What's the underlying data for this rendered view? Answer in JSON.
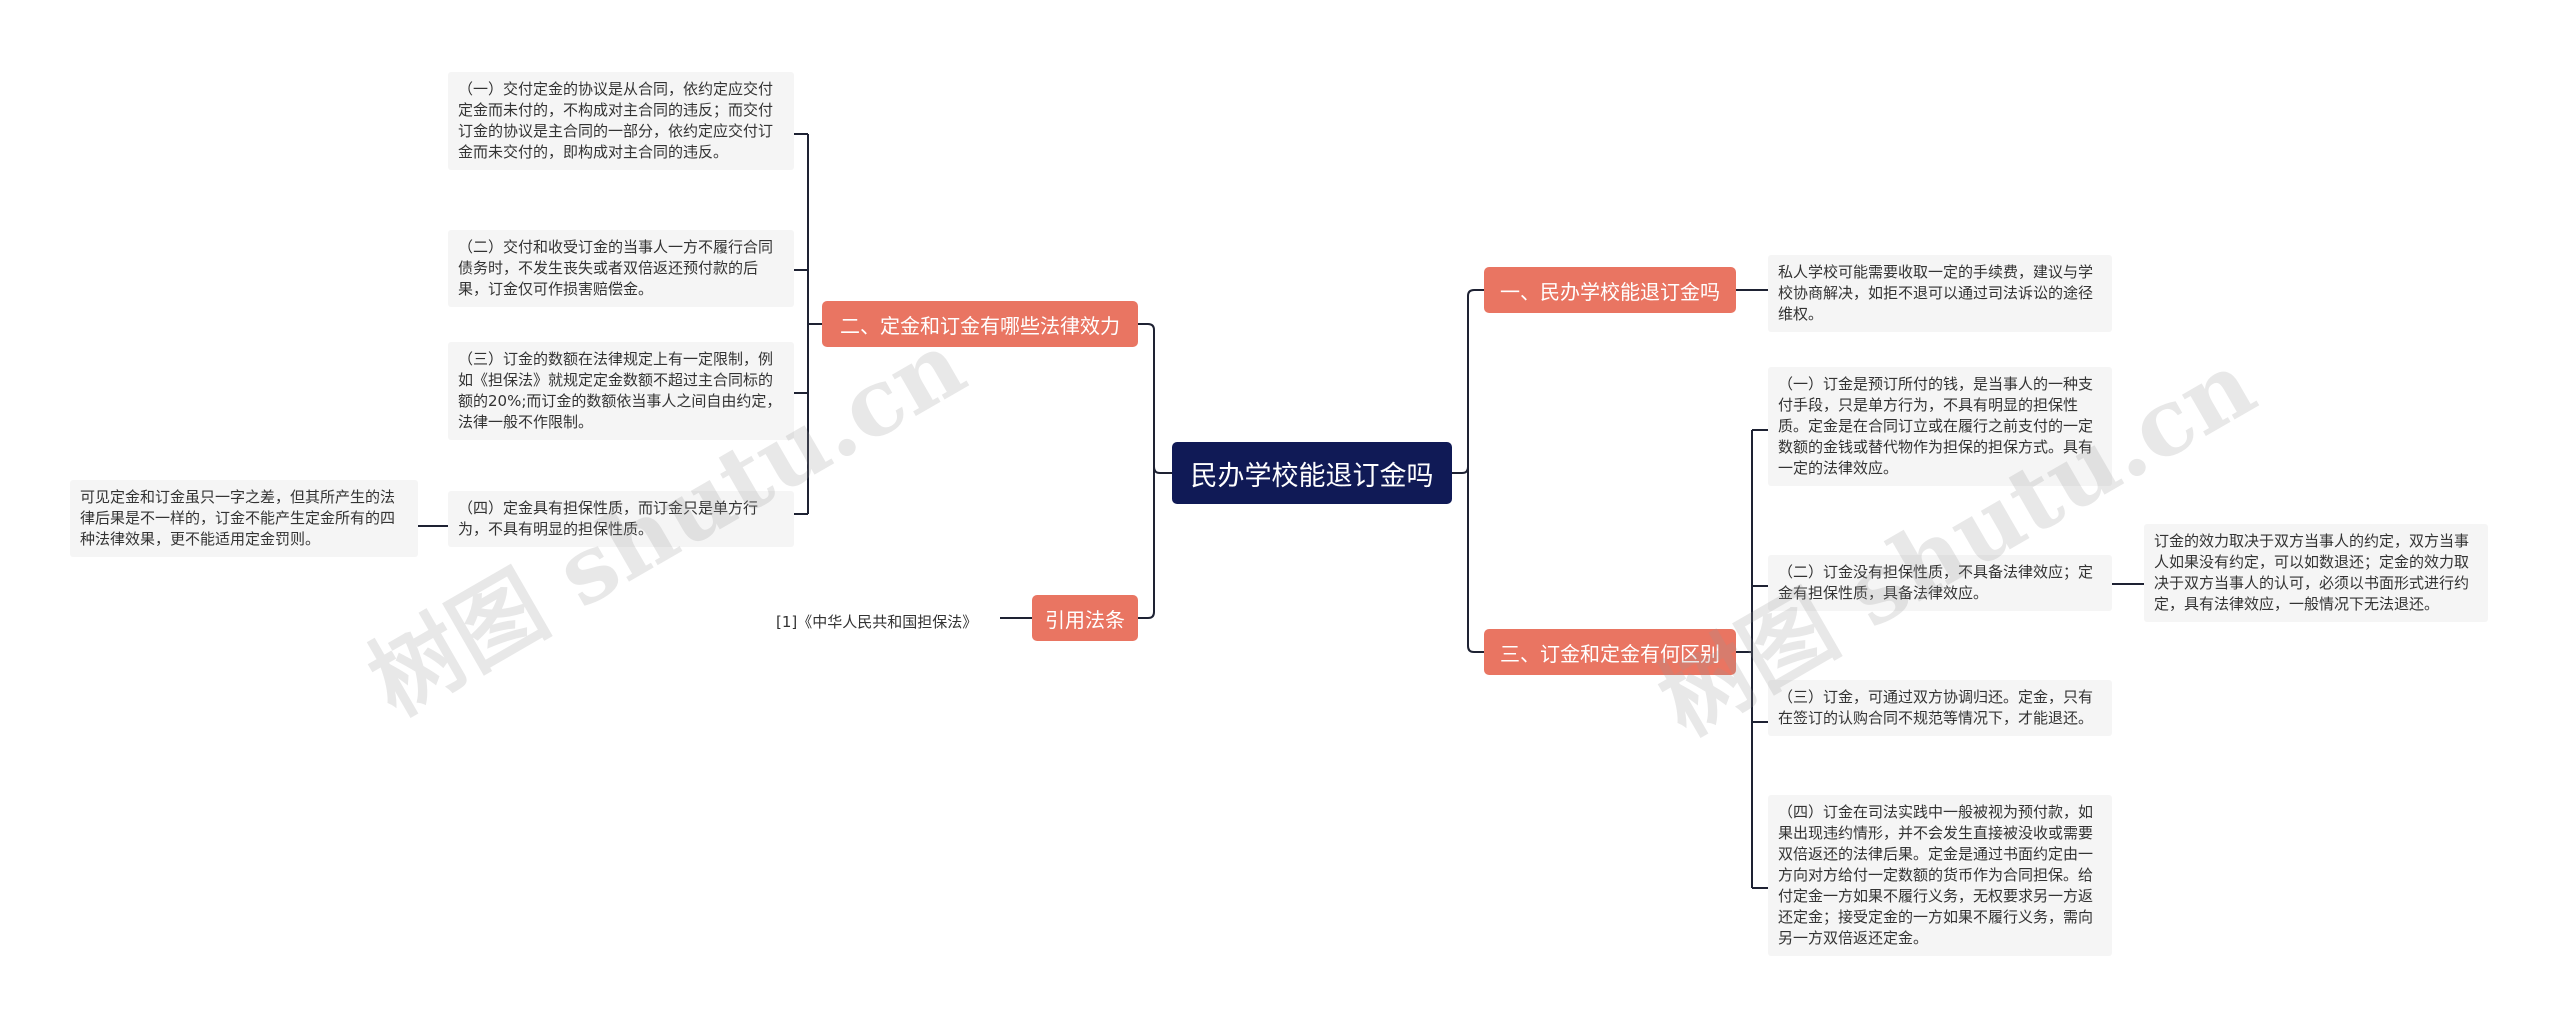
{
  "root": {
    "label": "民办学校能退订金吗"
  },
  "branches": {
    "b1": {
      "label": "一、民办学校能退订金吗",
      "leaves": [
        "私人学校可能需要收取一定的手续费，建议与学校协商解决，如拒不退可以通过司法诉讼的途径维权。"
      ]
    },
    "b2": {
      "label": "二、定金和订金有哪些法律效力",
      "leaves": [
        "（一）交付定金的协议是从合同，依约定应交付定金而未付的，不构成对主合同的违反；而交付订金的协议是主合同的一部分，依约定应交付订金而未交付的，即构成对主合同的违反。",
        "（二）交付和收受订金的当事人一方不履行合同债务时，不发生丧失或者双倍返还预付款的后果，订金仅可作损害赔偿金。",
        "（三）订金的数额在法律规定上有一定限制，例如《担保法》就规定定金数额不超过主合同标的额的20%;而订金的数额依当事人之间自由约定，法律一般不作限制。",
        "（四）定金具有担保性质，而订金只是单方行为，不具有明显的担保性质。"
      ],
      "subleaf": "可见定金和订金虽只一字之差，但其所产生的法律后果是不一样的，订金不能产生定金所有的四种法律效果，更不能适用定金罚则。"
    },
    "b3": {
      "label": "三、订金和定金有何区别",
      "leaves": [
        "（一）订金是预订所付的钱，是当事人的一种支付手段，只是单方行为，不具有明显的担保性质。定金是在合同订立或在履行之前支付的一定数额的金钱或替代物作为担保的担保方式。具有一定的法律效应。",
        "（二）订金没有担保性质，不具备法律效应；定金有担保性质，具备法律效应。",
        "（三）订金，可通过双方协调归还。定金，只有在签订的认购合同不规范等情况下，才能退还。",
        "（四）订金在司法实践中一般被视为预付款，如果出现违约情形，并不会发生直接被没收或需要双倍返还的法律后果。定金是通过书面约定由一方向对方给付一定数额的货币作为合同担保。给付定金一方如果不履行义务，无权要求另一方返还定金；接受定金的一方如果不履行义务，需向另一方双倍返还定金。"
      ],
      "subleaf": "订金的效力取决于双方当事人的约定，双方当事人如果没有约定，可以如数退还；定金的效力取决于双方当事人的认可，必须以书面形式进行约定，具有法律效应，一般情况下无法退还。"
    },
    "b4": {
      "label": "引用法条",
      "leaves": [
        "[1]《中华人民共和国担保法》"
      ]
    }
  },
  "watermarks": [
    "树图 shutu.cn",
    "树图 shutu.cn"
  ],
  "colors": {
    "root": "#101a56",
    "branch": "#e97562",
    "leaf_bg": "#f5f5f5",
    "line": "#1e2233"
  }
}
